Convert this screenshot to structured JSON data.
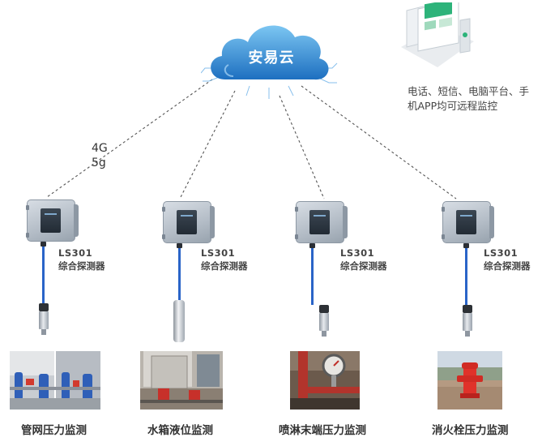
{
  "cloud": {
    "label": "安易云"
  },
  "remote": {
    "text_line1": "电话、短信、电脑平台、手",
    "text_line2": "机APP均可远程监控"
  },
  "network": {
    "label_4g": "4G",
    "label_5g": "5g"
  },
  "devices": [
    {
      "model": "LS301",
      "name": "综合探测器"
    },
    {
      "model": "LS301",
      "name": "综合探测器"
    },
    {
      "model": "LS301",
      "name": "综合探测器"
    },
    {
      "model": "LS301",
      "name": "综合探测器"
    }
  ],
  "scenes": [
    {
      "caption": "管网压力监测",
      "sensor": "pressure-sensor"
    },
    {
      "caption": "水箱液位监测",
      "sensor": "level-probe"
    },
    {
      "caption": "喷淋末端压力监测",
      "sensor": "pressure-sensor"
    },
    {
      "caption": "消火栓压力监测",
      "sensor": "pressure-sensor"
    }
  ],
  "colors": {
    "cloud": "#2f8fd8",
    "cable": "#2a64c8",
    "dashed_link": "#555555",
    "device": "#b3bcc6"
  }
}
